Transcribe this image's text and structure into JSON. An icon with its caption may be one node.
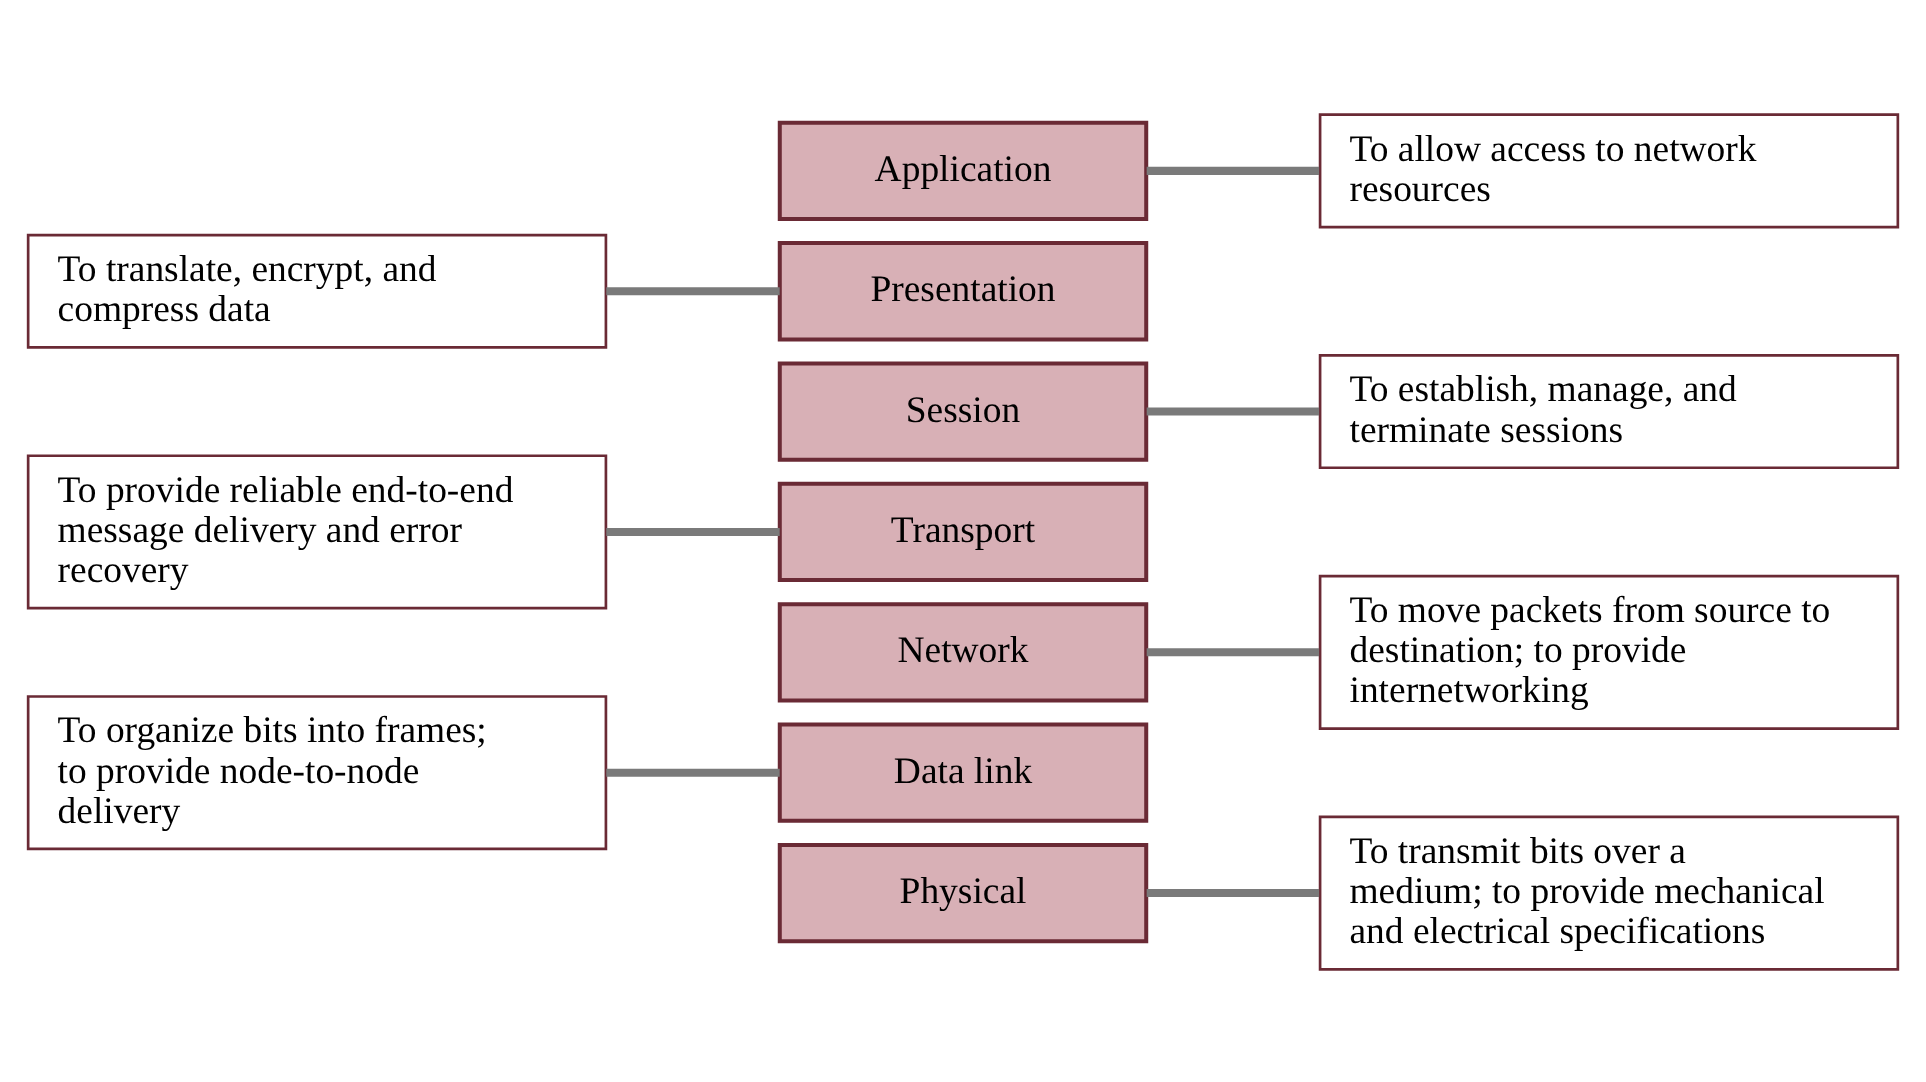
{
  "diagram": {
    "nodes": [
      {
        "text": [
          "Application"
        ]
      },
      {
        "text": [
          "To allow access to network resources"
        ]
      },
      {
        "text": [
          "To translate, encrypt, and compress data"
        ]
      },
      {
        "text": [
          "Presentation"
        ]
      },
      {
        "text": [
          "Session"
        ]
      },
      {
        "text": [
          "To establish, manage, and terminate sessions"
        ]
      },
      {
        "text": [
          "To provide reliable end-to-end message delivery and error recovery"
        ]
      },
      {
        "text": [
          "Transport"
        ]
      },
      {
        "text": [
          "Network"
        ]
      },
      {
        "text": [
          "To move packets from source to destination; to provide internetworking"
        ]
      },
      {
        "text": [
          "To organize bits into frames; to provide node-to-node delivery"
        ]
      },
      {
        "text": [
          "Data link"
        ]
      },
      {
        "text": [
          "Physical"
        ]
      },
      {
        "text": [
          "To transmit bits over a medium; to provide mechanical and electrical specifications"
        ]
      }
    ],
    "edges": [
      {
        "from": 0,
        "to": 1,
        "arrow": "none"
      },
      {
        "from": 2,
        "to": 3,
        "arrow": "none"
      },
      {
        "from": 4,
        "to": 5,
        "arrow": "none"
      },
      {
        "from": 6,
        "to": 7,
        "arrow": "none"
      },
      {
        "from": 8,
        "to": 9,
        "arrow": "none"
      },
      {
        "from": 10,
        "to": 11,
        "arrow": "none"
      },
      {
        "from": 12,
        "to": 13,
        "arrow": "none"
      }
    ]
  }
}
